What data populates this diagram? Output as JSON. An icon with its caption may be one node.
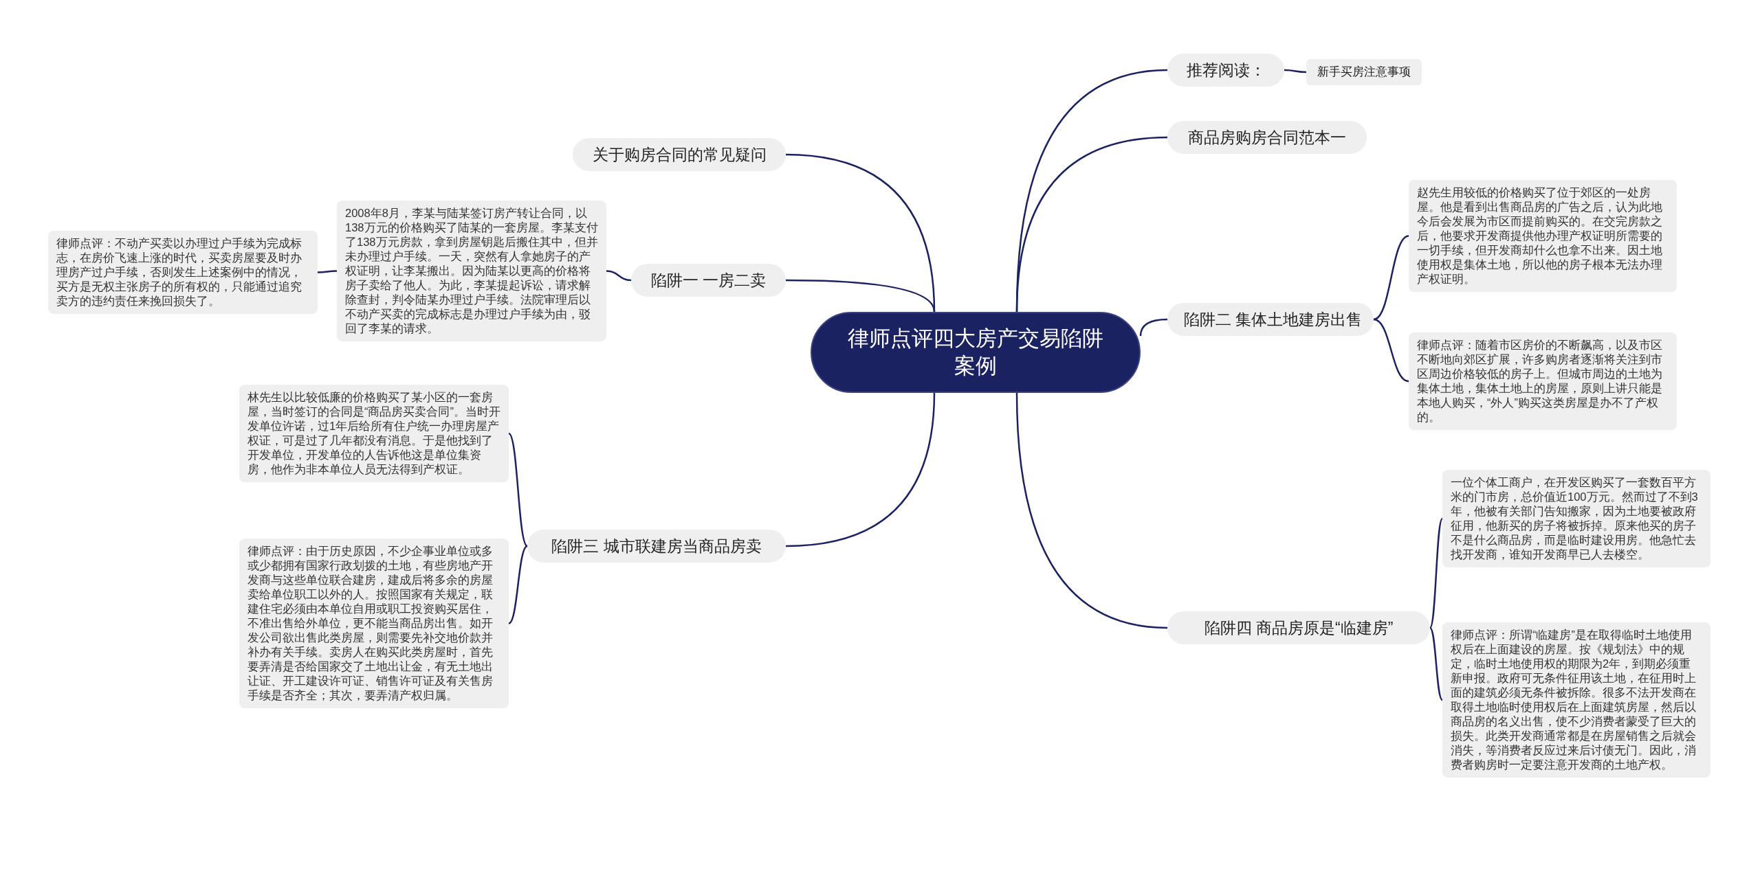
{
  "diagram": {
    "nodes": [
      {
        "text": [
          "律师点评四大房产交易陷阱案例"
        ]
      },
      {
        "text": [
          "推荐阅读："
        ]
      },
      {
        "text": [
          "新手买房注意事项"
        ]
      },
      {
        "text": [
          "商品房购房合同范本一"
        ]
      },
      {
        "text": [
          "陷阱二 集体土地建房出售"
        ]
      },
      {
        "text": [
          "赵先生用较低的价格购买了位于郊区的一处房屋。他是看到出售商品房的广告之后，认为此地今后会发展为市区而提前购买的。在交完房款之后，他要求开发商提供他办理产权证明所需要的一切手续，但开发商却什么也拿不出来。因土地使用权是集体土地，所以他的房子根本无法办理产权证明。"
        ]
      },
      {
        "text": [
          "律师点评：随着市区房价的不断飙高，以及市区不断地向郊区扩展，许多购房者逐渐将关注到市区周边价格较低的房子上。但城市周边的土地为集体土地，集体土地上的房屋，原则上讲只能是本地人购买，“外人”购买这类房屋是办不了产权的。"
        ]
      },
      {
        "text": [
          "陷阱四 商品房原是“临建房”"
        ]
      },
      {
        "text": [
          "一位个体工商户，在开发区购买了一套数百平方米的门市房，总价值近100万元。然而过了不到3年，他被有关部门告知搬家，因为土地要被政府征用，他新买的房子将被拆掉。原来他买的房子不是什么商品房，而是临时建设用房。他急忙去找开发商，谁知开发商早已人去楼空。"
        ]
      },
      {
        "text": [
          "律师点评：所谓“临建房”是在取得临时土地使用权后在上面建设的房屋。按《规划法》中的规定，临时土地使用权的期限为2年，到期必须重新申报。政府可无条件征用该土地，在征用时上面的建筑必须无条件被拆除。很多不法开发商在取得土地临时使用权后在上面建筑房屋，然后以商品房的名义出售，使不少消费者蒙受了巨大的损失。此类开发商通常都是在房屋销售之后就会消失，等消费者反应过来后讨债无门。因此，消费者购房时一定要注意开发商的土地产权。"
        ]
      },
      {
        "text": [
          "关于购房合同的常见疑问"
        ]
      },
      {
        "text": [
          "陷阱一 一房二卖"
        ]
      },
      {
        "text": [
          "2008年8月，李某与陆某签订房产转让合同，以138万元的价格购买了陆某的一套房屋。李某支付了138万元房款，拿到房屋钥匙后搬住其中，但并未办理过户手续。一天，突然有人拿她房子的产权证明，让李某搬出。因为陆某以更高的价格将房子卖给了他人。为此，李某提起诉讼，请求解除查封，判令陆某办理过户手续。法院审理后以不动产买卖的完成标志是办理过户手续为由，驳回了李某的请求。"
        ]
      },
      {
        "text": [
          "律师点评：不动产买卖以办理过户手续为完成标志，在房价飞速上涨的时代，买卖房屋要及时办理房产过户手续，否则发生上述案例中的情况，买方是无权主张房子的所有权的，只能通过追究卖方的违约责任来挽回损失了。"
        ]
      },
      {
        "text": [
          "陷阱三 城市联建房当商品房卖"
        ]
      },
      {
        "text": [
          "林先生以比较低廉的价格购买了某小区的一套房屋，当时签订的合同是“商品房买卖合同”。当时开发单位许诺，过1年后给所有住户统一办理房屋产权证，可是过了几年都没有消息。于是他找到了开发单位，开发单位的人告诉他这是单位集资房，他作为非本单位人员无法得到产权证。"
        ]
      },
      {
        "text": [
          "律师点评：由于历史原因，不少企事业单位或多或少都拥有国家行政划拨的土地，有些房地产开发商与这些单位联合建房，建成后将多余的房屋卖给单位职工以外的人。按照国家有关规定，联建住宅必须由本单位自用或职工投资购买居住，不准出售给外单位，更不能当商品房出售。如开发公司欲出售此类房屋，则需要先补交地价款并补办有关手续。卖房人在购买此类房屋时，首先要弄清是否给国家交了土地出让金，有无土地出让证、开工建设许可证、销售许可证及有关售房手续是否齐全；其次，要弄清产权归属。"
        ]
      }
    ],
    "edges": [
      {
        "from": 0,
        "to": 1,
        "arrow": "none"
      },
      {
        "from": 1,
        "to": 2,
        "arrow": "none"
      },
      {
        "from": 0,
        "to": 3,
        "arrow": "none"
      },
      {
        "from": 0,
        "to": 4,
        "arrow": "none"
      },
      {
        "from": 4,
        "to": 5,
        "arrow": "none"
      },
      {
        "from": 4,
        "to": 6,
        "arrow": "none"
      },
      {
        "from": 0,
        "to": 7,
        "arrow": "none"
      },
      {
        "from": 7,
        "to": 8,
        "arrow": "none"
      },
      {
        "from": 7,
        "to": 9,
        "arrow": "none"
      },
      {
        "from": 0,
        "to": 10,
        "arrow": "none"
      },
      {
        "from": 0,
        "to": 11,
        "arrow": "none"
      },
      {
        "from": 11,
        "to": 12,
        "arrow": "none"
      },
      {
        "from": 12,
        "to": 13,
        "arrow": "none"
      },
      {
        "from": 0,
        "to": 14,
        "arrow": "none"
      },
      {
        "from": 14,
        "to": 15,
        "arrow": "none"
      },
      {
        "from": 14,
        "to": 16,
        "arrow": "none"
      }
    ]
  }
}
